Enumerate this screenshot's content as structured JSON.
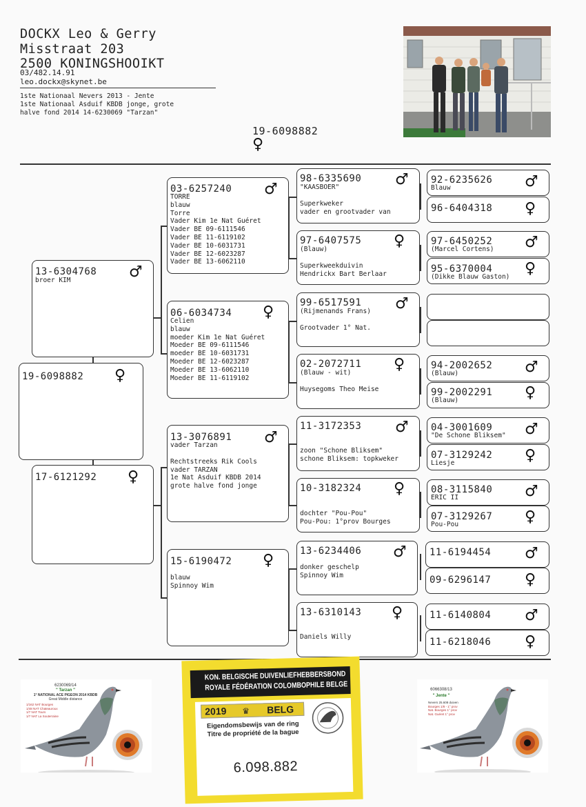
{
  "header": {
    "name": "DOCKX Leo & Gerry",
    "street": "Misstraat 203",
    "city": "2500 KONINGSHOOIKT",
    "phone": "03/482.14.91",
    "email": "leo.dockx@skynet.be",
    "achievements": [
      "1ste Nationaal Nevers 2013 - Jente",
      "1ste Nationaal Asduif KBDB jonge, grote",
      "halve fond 2014 14-6230069 \"Tarzan\""
    ],
    "pigeon_ring": "19-6098882",
    "pigeon_sex_symbol": "♀"
  },
  "male_symbol": "♂",
  "female_symbol": "♀",
  "subject": {
    "ring": "19-6098882"
  },
  "sire": {
    "ring": "13-6304768",
    "lines": [
      "broer KIM"
    ]
  },
  "dam": {
    "ring": "17-6121292",
    "lines": []
  },
  "ss": {
    "ring": "03-6257240",
    "lines": [
      "TORRE",
      "blauw",
      "Torre",
      "Vader Kim 1e Nat Guéret",
      "Vader BE 09-6111546",
      "Vader BE 11-6119102",
      "Vader BE 10-6031731",
      "Vader BE 12-6023287",
      "Vader BE 13-6062110"
    ]
  },
  "sd": {
    "ring": "06-6034734",
    "lines": [
      "Celien",
      "blauw",
      "moeder Kim 1e Nat Guéret",
      "Moeder BE 09-6111546",
      "moeder BE 10-6031731",
      "Moeder BE 12-6023287",
      "Moeder BE 13-6062110",
      "Moeder BE 11-6119102"
    ]
  },
  "ds": {
    "ring": "13-3076891",
    "lines": [
      "vader Tarzan",
      "",
      "Rechtstreeks Rik Cools",
      "vader TARZAN",
      "1e Nat Asduif KBDB 2014",
      "grote halve fond jonge"
    ]
  },
  "dd": {
    "ring": "15-6190472",
    "lines": [
      "",
      "blauw",
      "Spinnoy Wim"
    ]
  },
  "sss": {
    "ring": "98-6335690",
    "lines": [
      "\"KAASBOER\"",
      "",
      "Superkweker",
      "vader en grootvader van"
    ]
  },
  "ssd": {
    "ring": "97-6407575",
    "lines": [
      "(Blauw)",
      "",
      "Superkweekduivin",
      "Hendrickx Bart Berlaar"
    ]
  },
  "sds": {
    "ring": "99-6517591",
    "lines": [
      "(Rijmenands Frans)",
      "",
      "Grootvader 1° Nat."
    ]
  },
  "sdd": {
    "ring": "02-2072711",
    "lines": [
      "(Blauw - wit)",
      "",
      "Huysegoms Theo Meise"
    ]
  },
  "dss": {
    "ring": "11-3172353",
    "lines": [
      "",
      "zoon \"Schone Bliksem\"",
      "schone Bliksem: topkweker"
    ]
  },
  "dsd": {
    "ring": "10-3182324",
    "lines": [
      "",
      "",
      "dochter \"Pou-Pou\"",
      "Pou-Pou: 1°prov Bourges"
    ]
  },
  "dds": {
    "ring": "13-6234406",
    "lines": [
      "donker geschelp",
      "Spinnoy Wim"
    ]
  },
  "ddd": {
    "ring": "13-6310143",
    "lines": [
      "",
      "Daniels Willy"
    ]
  },
  "g5": [
    {
      "ring": "92-6235626",
      "sub": "Blauw"
    },
    {
      "ring": "96-6404318",
      "sub": ""
    },
    {
      "ring": "97-6450252",
      "sub": "(Marcel Cortens)"
    },
    {
      "ring": "95-6370004",
      "sub": "(Dikke Blauw Gaston)"
    },
    {
      "ring": "",
      "sub": ""
    },
    {
      "ring": "",
      "sub": ""
    },
    {
      "ring": "94-2002652",
      "sub": "(Blauw)"
    },
    {
      "ring": "99-2002291",
      "sub": "(Blauw)"
    },
    {
      "ring": "04-3001609",
      "sub": "\"De Schone Bliksem\""
    },
    {
      "ring": "07-3129242",
      "sub": "Liesje"
    },
    {
      "ring": "08-3115840",
      "sub": "ERIC II"
    },
    {
      "ring": "07-3129267",
      "sub": "Pou-Pou"
    },
    {
      "ring": "11-6194454",
      "sub": ""
    },
    {
      "ring": "09-6296147",
      "sub": ""
    },
    {
      "ring": "11-6140804",
      "sub": ""
    },
    {
      "ring": "11-6218046",
      "sub": ""
    }
  ],
  "left_card": {
    "ring": "6230069/14",
    "name": "\" Tarzan \"",
    "title": "1° NATIONAL ACE PIGEON 2014 KBDB",
    "subtitle": "Great Middle distance",
    "results": [
      "1/162 NAT Bourges",
      "1/48 NAT Chateauroux",
      "1/7 NAT Tours",
      "1/7 NAT La Souterraine"
    ]
  },
  "ring_card": {
    "line1": "KON. BELGISCHE DUIVENLIEFHEBBERSBOND",
    "line2": "ROYALE FÉDÉRATION COLOMBOPHILE BELGE",
    "year": "2019",
    "country": "BELG",
    "text1": "Eigendomsbewijs van de ring",
    "text2": "Titre de propriété de la bague",
    "number": "6.098.882"
  },
  "right_card": {
    "ring": "6066308/13",
    "name": "\" Jente \"",
    "results": [
      "Nevers 25.608 duiven",
      "Bourges 1/8 - 1° prov",
      "Nat. Bourges 1° prov",
      "Nat. Guéret 1° prov"
    ]
  },
  "colors": {
    "card_yellow": "#f3dc2e",
    "card_black": "#1a1a1a",
    "pigeon_grey": "#8d949c"
  }
}
